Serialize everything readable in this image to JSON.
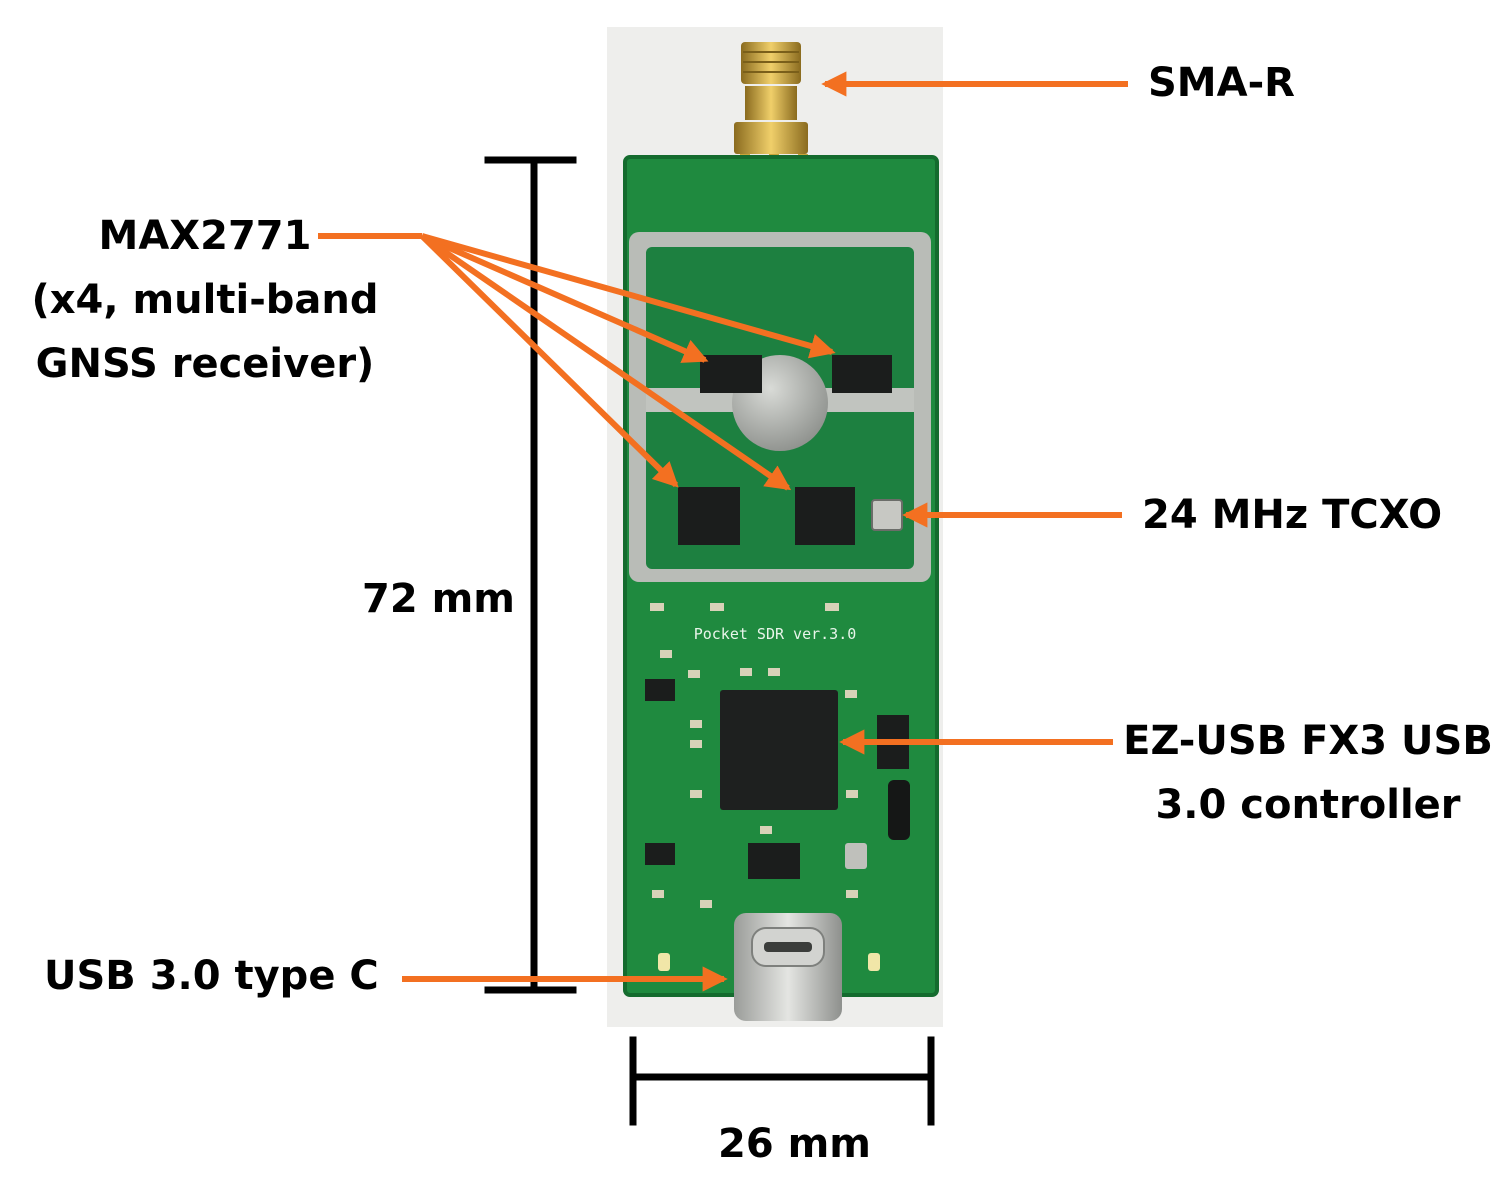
{
  "labels": {
    "sma": "SMA-R",
    "max2771_line1": "MAX2771",
    "max2771_line2": "(x4, multi-band",
    "max2771_line3": "GNSS receiver)",
    "tcxo": "24 MHz TCXO",
    "fx3_line1": "EZ-USB FX3 USB",
    "fx3_line2": "3.0 controller",
    "usb": "USB 3.0 type C",
    "height_dim": "72 mm",
    "width_dim": "26 mm"
  },
  "board": {
    "silkscreen_title": "Pocket SDR ver.3.0"
  },
  "colors": {
    "arrow": "#f37021",
    "pcb": "#1f8a3f",
    "pcb_dark": "#146b2e",
    "shield": "#c9ccc7",
    "chip": "#1b1d1c",
    "gold": "#c9a53a",
    "dimension": "#000000",
    "photo_bg": "#eeeeec"
  },
  "icons": {
    "arrow_head": "arrowhead-icon"
  }
}
